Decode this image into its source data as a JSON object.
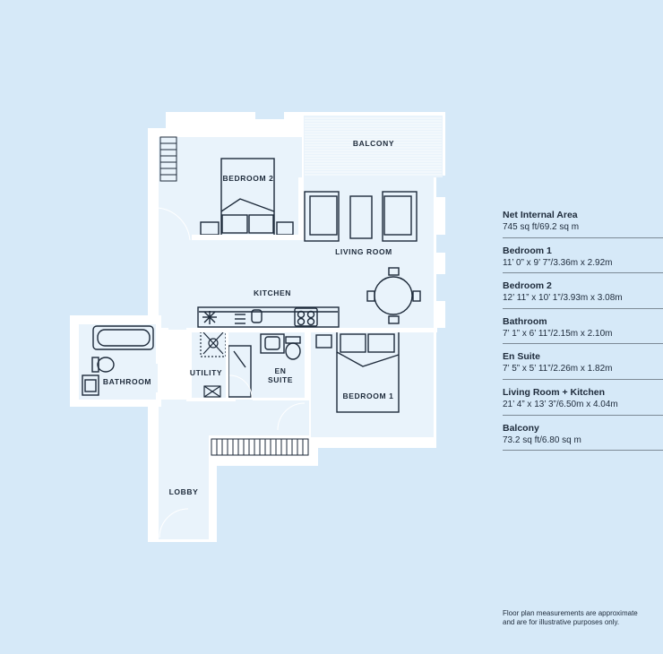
{
  "rooms": {
    "balcony": "BALCONY",
    "bedroom2": "BEDROOM 2",
    "living_room": "LIVING ROOM",
    "kitchen": "KITCHEN",
    "bathroom": "BATHROOM",
    "utility": "UTILITY",
    "en_suite_line1": "EN",
    "en_suite_line2": "SUITE",
    "bedroom1": "BEDROOM 1",
    "lobby": "LOBBY"
  },
  "legend": [
    {
      "title": "Net Internal Area",
      "value": "745 sq ft/69.2 sq m"
    },
    {
      "title": "Bedroom 1",
      "value": "11’ 0” x 9’ 7”/3.36m x 2.92m"
    },
    {
      "title": "Bedroom 2",
      "value": "12’ 11” x 10’ 1”/3.93m x 3.08m"
    },
    {
      "title": "Bathroom",
      "value": "7’ 1” x 6’ 11”/2.15m x 2.10m"
    },
    {
      "title": "En Suite",
      "value": "7’ 5” x 5’ 11”/2.26m x 1.82m"
    },
    {
      "title": "Living Room + Kitchen",
      "value": "21’ 4” x 13’ 3”/6.50m x 4.04m"
    },
    {
      "title": "Balcony",
      "value": "73.2 sq ft/6.80 sq m"
    }
  ],
  "disclaimer": {
    "line1": "Floor plan measurements are approximate",
    "line2": "and are for illustrative purposes only."
  },
  "colors": {
    "background": "#d6e9f8",
    "floor": "#e9f3fb",
    "wall": "#ffffff",
    "ink": "#1d2a3a"
  }
}
